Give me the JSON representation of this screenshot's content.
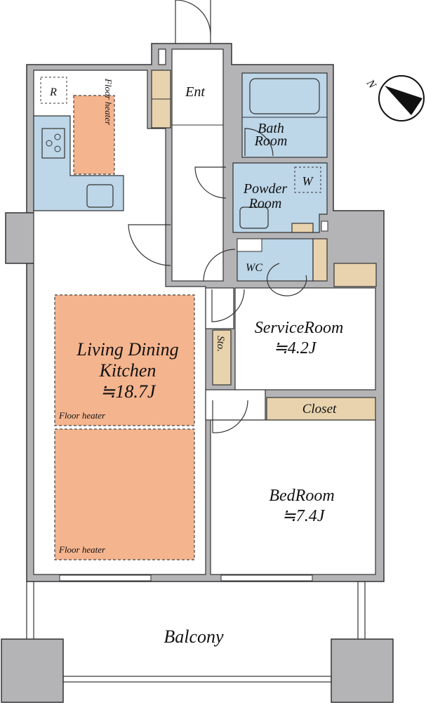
{
  "floorplan": {
    "rooms": {
      "entrance": "Ent",
      "bath": [
        "Bath",
        "Room"
      ],
      "powder": [
        "Powder",
        "Room"
      ],
      "wc": "WC",
      "ldk": [
        "Living Dining",
        "Kitchen",
        "≒18.7J"
      ],
      "service": [
        "ServiceRoom",
        "≒4.2J"
      ],
      "storage": "Sto.",
      "closet": "Closet",
      "bedroom": [
        "BedRoom",
        "≒7.4J"
      ],
      "balcony": "Balcony"
    },
    "fixtures": {
      "refrigerator": "R",
      "washer": "W",
      "kitchen_floor_heater": "Floor heater",
      "ldk_floor_heater_1": "Floor heater",
      "ldk_floor_heater_2": "Floor heater"
    },
    "compass": "N",
    "colors": {
      "wall": "#b4b4b6",
      "wet": "#bdd6e8",
      "heater": "#f4b48e",
      "storage": "#e8d3ae"
    }
  }
}
